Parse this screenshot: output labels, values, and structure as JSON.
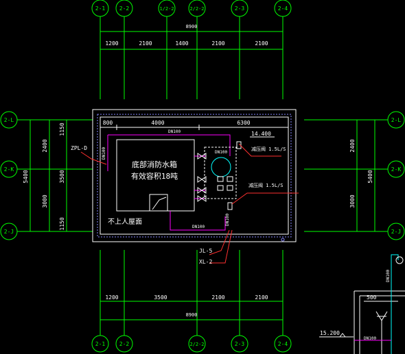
{
  "colors": {
    "background": "#000000",
    "axis": "#00ff00",
    "dimension": "#ffffff",
    "wall": "#ffffff",
    "pipe_magenta": "#ff00ff",
    "pipe_cyan": "#00ffff",
    "annotation_red": "#ff3030",
    "dim_inner": "#00ff66"
  },
  "axes_top": [
    "2-1",
    "2-2",
    "1/2-2",
    "2/2-2",
    "2-3",
    "2-4"
  ],
  "axes_bottom": [
    "2-1",
    "2-2",
    "2/2-2",
    "2-3",
    "2-4"
  ],
  "axes_left": [
    "2-L",
    "2-K",
    "2-J"
  ],
  "axes_right": [
    "2-L",
    "2-K",
    "2-J"
  ],
  "dims_top": {
    "total": "8900",
    "segments": [
      "1200",
      "2100",
      "1400",
      "2100",
      "2100"
    ]
  },
  "dims_bottom": {
    "total": "8900",
    "segments": [
      "1200",
      "3500",
      "2100",
      "2100"
    ]
  },
  "dims_left": {
    "total": "5400",
    "outer": [
      "2400",
      "3000"
    ],
    "inner": [
      "1150",
      "3500",
      "1150"
    ]
  },
  "dims_right": {
    "total": "5400",
    "outer": [
      "2400",
      "3000"
    ]
  },
  "room_dims": [
    "800",
    "4000",
    "6300"
  ],
  "pipe_labels": {
    "dn100_top": "DN100",
    "dn100_left": "DN100",
    "dn100_right": "DN100",
    "dn100_bottom": "DN100",
    "dn100_bottom2": "DN100",
    "dn100_vert": "DN100",
    "dn100_corner": "DN100"
  },
  "tank": {
    "line1": "底部消防水箱",
    "line2": "有效容积18吨"
  },
  "roof_note": "不上人屋面",
  "zpl": "ZPL-D",
  "elevation_top": "14.400",
  "flow_top": "减压阀 1.5L/S",
  "flow_bottom": "减压阀 1.5L/S",
  "riser_labels": [
    "JL-5",
    "XL-2"
  ],
  "corner": {
    "dim": "500",
    "elevation": "15.200"
  }
}
